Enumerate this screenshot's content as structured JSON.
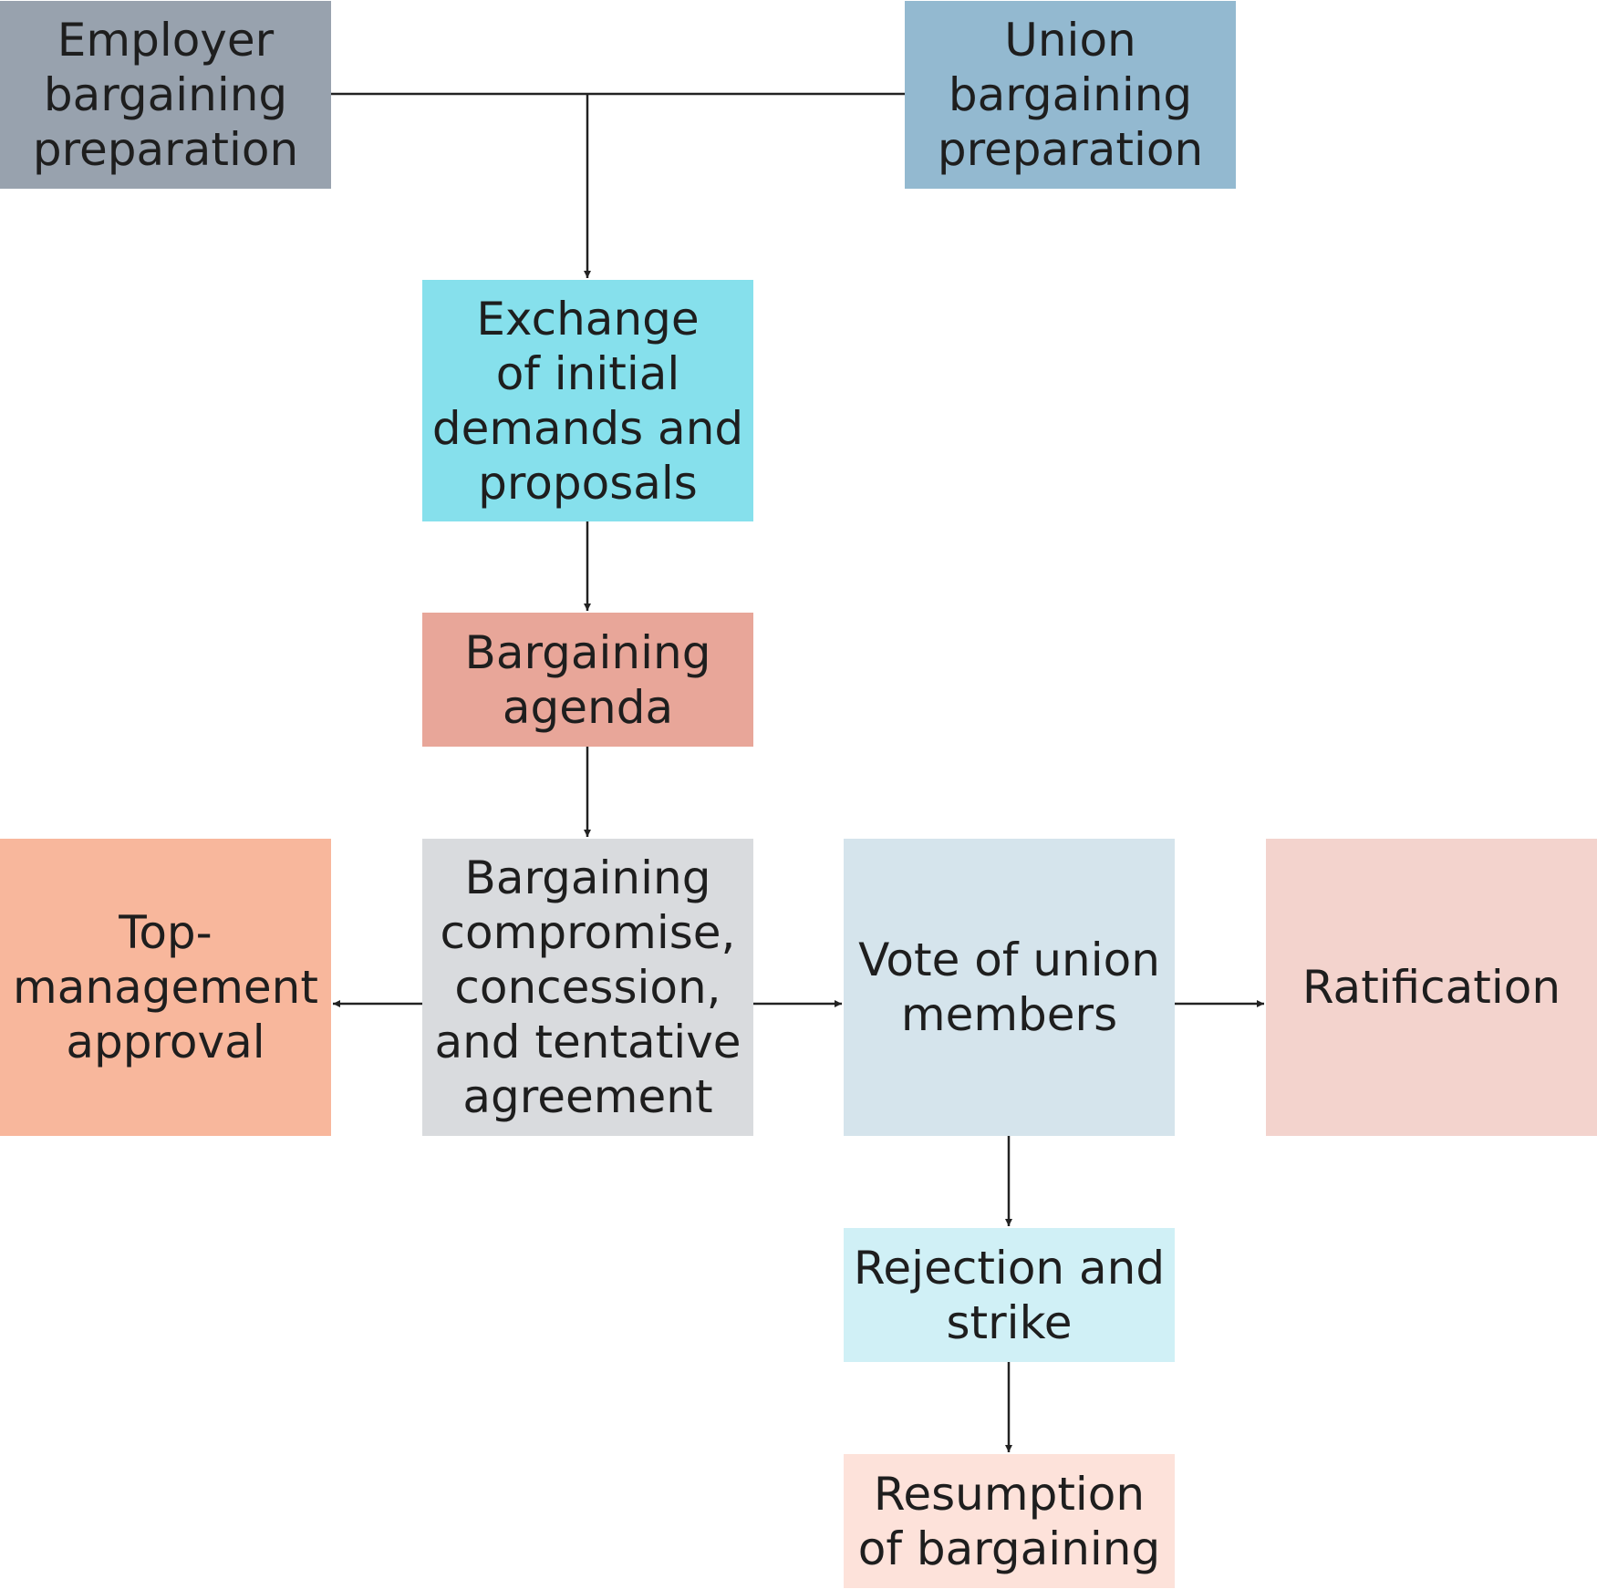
{
  "nodes": {
    "employer_prep": {
      "label": "Employer\nbargaining\npreparation",
      "color": "#98a2ae"
    },
    "union_prep": {
      "label": "Union\nbargaining\npreparation",
      "color": "#93b9d0"
    },
    "exchange": {
      "label": "Exchange\nof initial\ndemands and\nproposals",
      "color": "#86e0ec"
    },
    "agenda": {
      "label": "Bargaining\nagenda",
      "color": "#e8a699"
    },
    "compromise": {
      "label": "Bargaining\ncompromise,\nconcession,\nand tentative\nagreement",
      "color": "#d9dbde"
    },
    "top_mgmt": {
      "label": "Top-\nmanagement\napproval",
      "color": "#f8b79c"
    },
    "vote": {
      "label": "Vote of union\nmembers",
      "color": "#d5e4ec"
    },
    "ratification": {
      "label": "Ratification",
      "color": "#f3d3cd"
    },
    "rejection": {
      "label": "Rejection and\nstrike",
      "color": "#d0f0f6"
    },
    "resumption": {
      "label": "Resumption\nof bargaining",
      "color": "#fde2da"
    }
  },
  "edges": [
    {
      "from": "employer_prep",
      "to": "exchange"
    },
    {
      "from": "union_prep",
      "to": "exchange"
    },
    {
      "from": "exchange",
      "to": "agenda"
    },
    {
      "from": "agenda",
      "to": "compromise"
    },
    {
      "from": "compromise",
      "to": "top_mgmt"
    },
    {
      "from": "compromise",
      "to": "vote"
    },
    {
      "from": "vote",
      "to": "ratification"
    },
    {
      "from": "vote",
      "to": "rejection"
    },
    {
      "from": "rejection",
      "to": "resumption"
    }
  ]
}
